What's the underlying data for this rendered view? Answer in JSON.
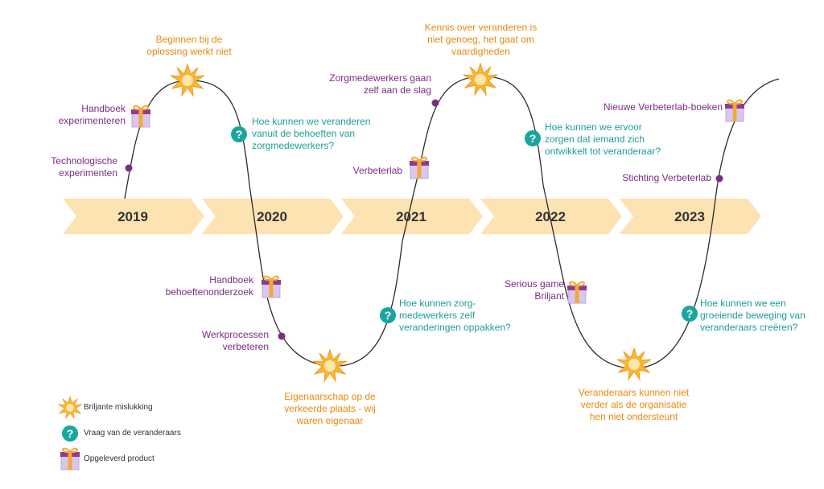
{
  "colors": {
    "arrow_fill": "#fde2b2",
    "curve": "#2b2b2b",
    "purple": "#7b2d83",
    "orange": "#e8890c",
    "teal": "#1a9e9a",
    "burst": "#f7b733",
    "question": "#1aa6a0",
    "gift_box": "#d8c7ec",
    "gift_ribbon": "#f2a93b"
  },
  "years": [
    "2019",
    "2020",
    "2021",
    "2022",
    "2023"
  ],
  "products": {
    "handboek_experimenteren": "Handboek\nexperimenteren",
    "handboek_behoeftenonderzoek": "Handboek\nbehoeftenonderzoek",
    "verbeterlab": "Verbeterlab",
    "serious_game": "Serious game\nBriljant",
    "verbeterlab_boeken": "Nieuwe Verbeterlab-boeken"
  },
  "milestones": {
    "technologische_experimenten": "Technologische\nexperimenten",
    "werkprocessen_verbeteren": "Werkprocessen\nverbeteren",
    "zorgmedewerkers_gaan_zelf": "Zorgmedewerkers gaan\nzelf aan de slag",
    "stichting_verbeterlab": "Stichting Verbeterlab"
  },
  "failures": {
    "beginnen_bij_oplossing": "Beginnen bij de\noplossing werkt niet",
    "eigenaarschap": "Eigenaarschap op de\nverkeerde plaats - wij\nwaren eigenaar",
    "kennis_over_veranderen": "Kennis over veranderen is\nniet genoeg, het gaat om\nvaardigheden",
    "veranderaars_kunnen_niet": "Veranderaars kunnen niet\nverder als de organisatie\nhen niet ondersteunt"
  },
  "questions": {
    "q_behoeften": "Hoe kunnen we veranderen\nvanuit de behoeften van\nzorgmedewerkers?",
    "q_zelf_oppakken": "Hoe kunnen zorg-\nmedewerkers zelf\nveranderingen oppakken?",
    "q_veranderaar": "Hoe kunnen we ervoor\nzorgen dat iemand zich\nontwikkelt tot veranderaar?",
    "q_beweging": "Hoe kunnen we een\ngroeiende beweging van\nveranderaars creëren?"
  },
  "legend": {
    "failure": "Briljante mislukking",
    "question": "Vraag van de veranderaars",
    "product": "Opgeleverd product"
  }
}
